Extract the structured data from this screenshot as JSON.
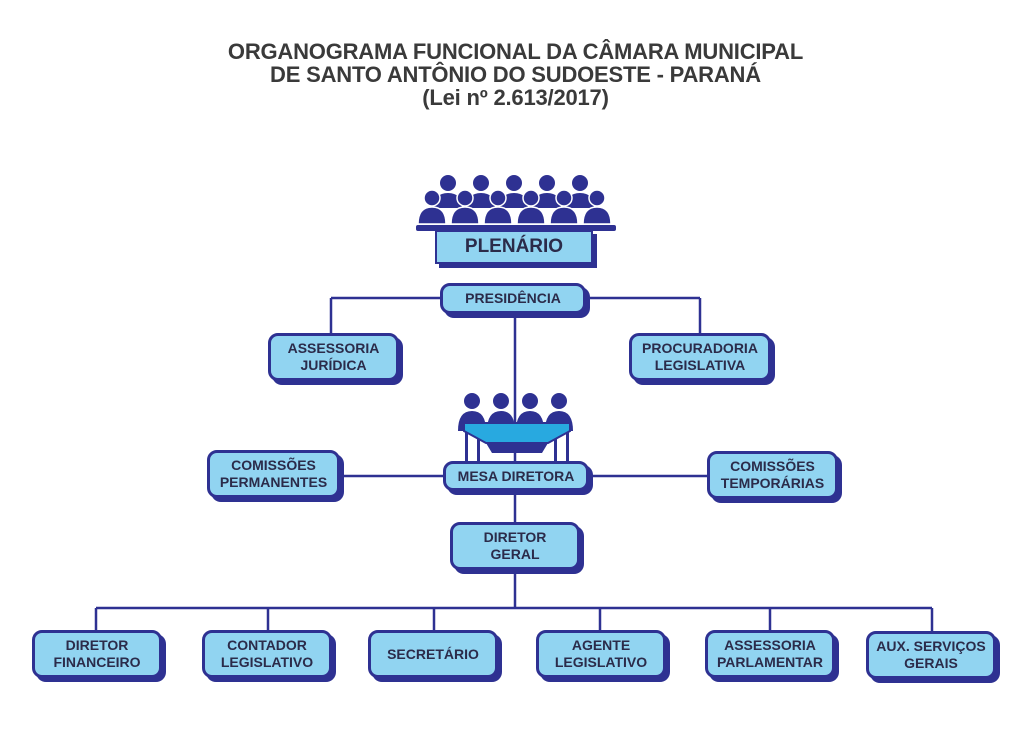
{
  "title": {
    "line1": "ORGANOGRAMA FUNCIONAL DA CÂMARA MUNICIPAL",
    "line2": "DE SANTO ANTÔNIO DO SUDOESTE -  PARANÁ",
    "line3": "(Lei nº 2.613/2017)"
  },
  "nodes": {
    "plenario": "PLENÁRIO",
    "presidencia": "PRESIDÊNCIA",
    "assessoria_juridica": "ASSESSORIA\nJURÍDICA",
    "procuradoria_legislativa": "PROCURADORIA\nLEGISLATIVA",
    "mesa_diretora": "MESA DIRETORA",
    "comissoes_permanentes": "COMISSÕES\nPERMANENTES",
    "comissoes_temporarias": "COMISSÕES\nTEMPORÁRIAS",
    "diretor_geral": "DIRETOR\nGERAL",
    "diretor_financeiro": "DIRETOR\nFINANCEIRO",
    "contador_legislativo": "CONTADOR\nLEGISLATIVO",
    "secretario": "SECRETÁRIO",
    "agente_legislativo": "AGENTE\nLEGISLATIVO",
    "assessoria_parlamentar": "ASSESSORIA\nPARLAMENTAR",
    "aux_servicos_gerais": "AUX. SERVIÇOS\nGERAIS"
  },
  "icons": {
    "plenary": "plenary-people-icon",
    "board": "board-table-people-icon"
  },
  "colors": {
    "box_fill": "#91d4f1",
    "border": "#2e3192",
    "text": "#2b2b4a",
    "title": "#3a3a3a",
    "table_fill": "#28a9e0"
  }
}
